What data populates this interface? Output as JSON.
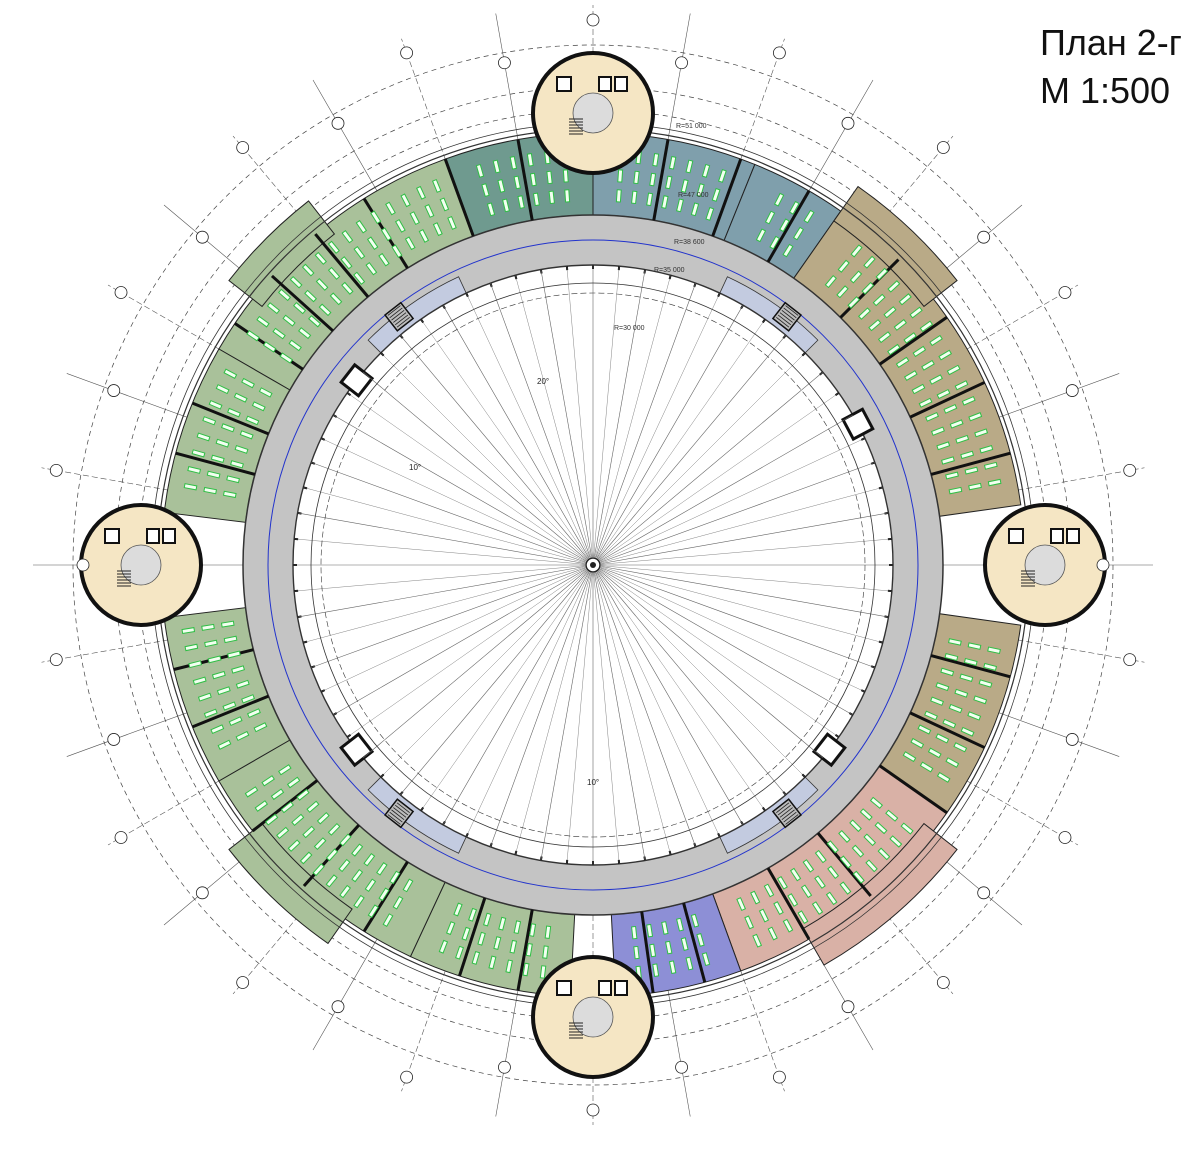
{
  "title": {
    "line1": "План 2-г",
    "line2": "М 1:500"
  },
  "dimensions": {
    "r1": "R=51 000",
    "r2": "R=47 000",
    "r3": "R=38 600",
    "r4": "R=35 000",
    "r5": "R=30 000"
  },
  "angles": {
    "a20": "20°",
    "a10_left": "10°",
    "a10_bottom": "10°"
  },
  "colors": {
    "green_zone": "#a9c19a",
    "teal_zone": "#6f9a8f",
    "steel_zone": "#7f9fac",
    "tan_zone": "#b9aa87",
    "pink_zone": "#d9b1a6",
    "violet_zone": "#8d8fd6",
    "corridor": "#c4c4c4",
    "inner_gallery": "#c3cbe0",
    "core_fill": "#f5e6c4",
    "furniture": "#2fbf45"
  },
  "icons": [
    "stair-icon",
    "elevator-core-icon",
    "north-center-icon"
  ]
}
